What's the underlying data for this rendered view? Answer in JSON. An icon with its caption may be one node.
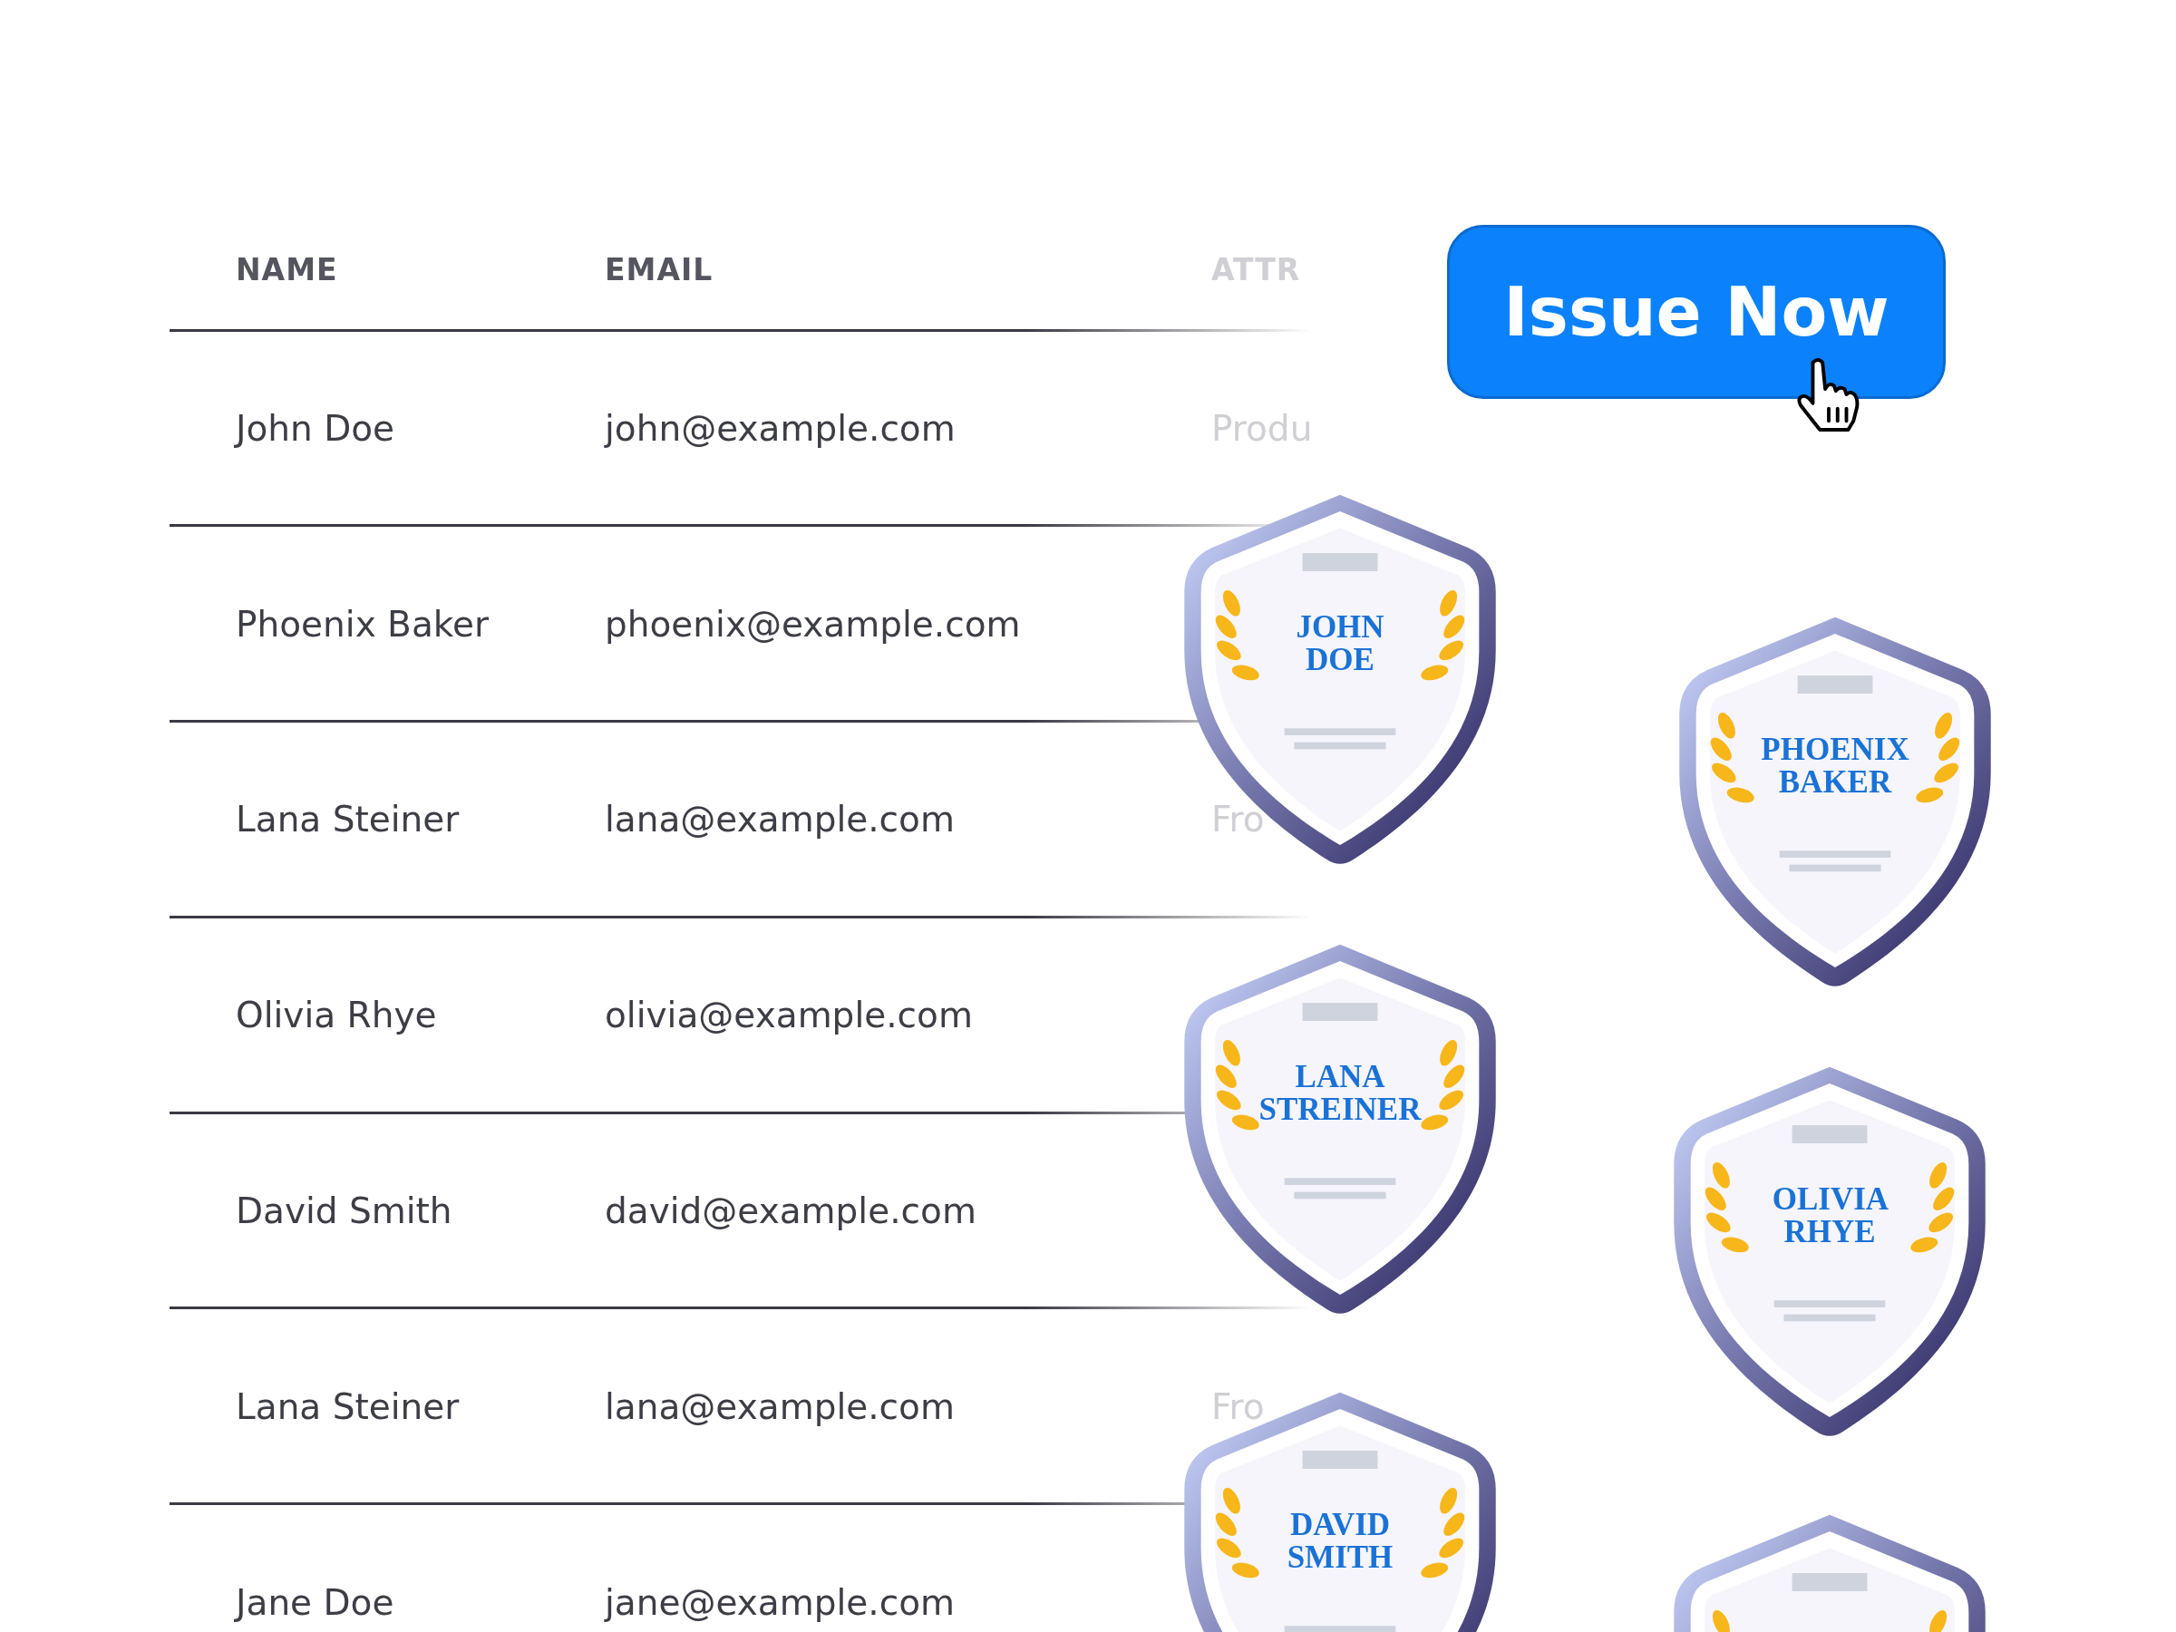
{
  "diagram": {
    "nodes": [
      {
        "text": [
          "Issue Now"
        ]
      },
      {
        "text": [
          "JOHN DOE"
        ]
      },
      {
        "text": [
          "PHOENIX BAKER"
        ]
      },
      {
        "text": [
          "LANA STREINER"
        ]
      },
      {
        "text": [
          "OLIVIA RHYE"
        ]
      },
      {
        "text": [
          "DAVID SMITH"
        ]
      },
      {
        "text": [],
        "shape": "shield"
      }
    ],
    "labels": [
      "NAME",
      "EMAIL",
      "ATTR",
      "John Doe",
      "john@example.com",
      "Produ",
      "Phoenix Baker",
      "phoenix@example.com",
      "Lana Steiner",
      "lana@example.com",
      "Fro",
      "Olivia Rhye",
      "olivia@example.com",
      "David Smith",
      "david@example.com",
      "Lana Steiner",
      "lana@example.com",
      "Fro",
      "Jane Doe",
      "jane@example.com"
    ]
  }
}
